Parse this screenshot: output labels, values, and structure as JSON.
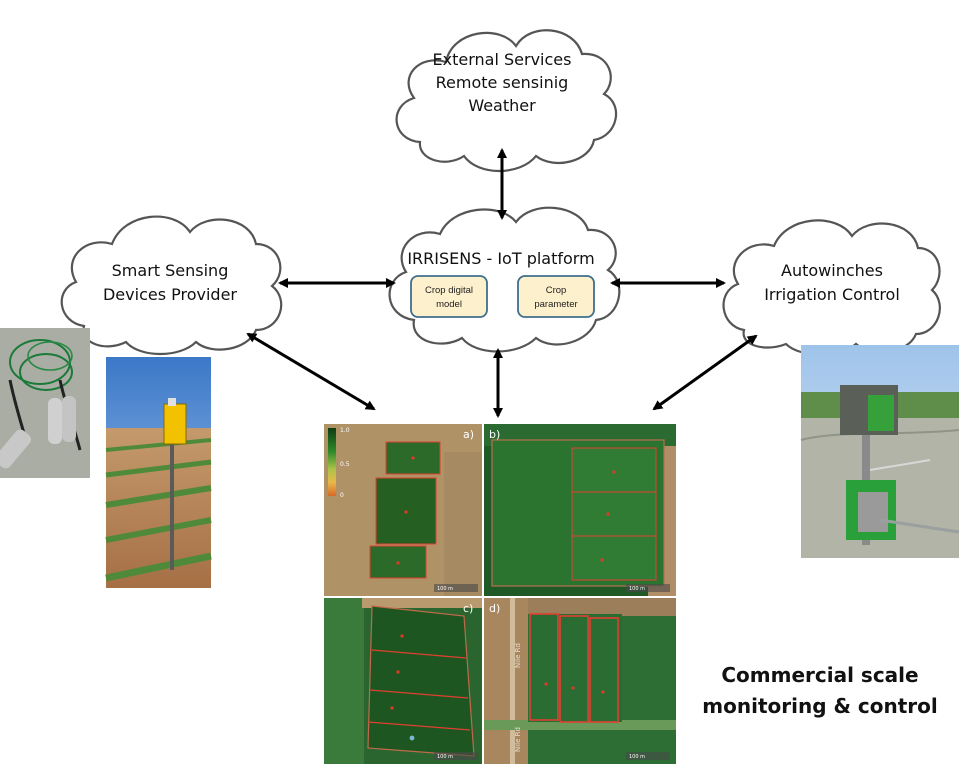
{
  "clouds": {
    "external": {
      "line1": "External Services",
      "line2": "Remote sensinig",
      "line3": "Weather"
    },
    "platform": {
      "title": "IRRISENS  - IoT platform"
    },
    "sensing": {
      "line1": "Smart Sensing",
      "line2": "Devices Provider"
    },
    "autowinches": {
      "line1": "Autowinches",
      "line2": "Irrigation Control"
    }
  },
  "platform_boxes": {
    "crop_model": {
      "line1": "Crop digital",
      "line2": "model"
    },
    "crop_param": {
      "line1": "Crop",
      "line2": "parameter"
    }
  },
  "map_panels": {
    "labels": [
      "a)",
      "b)",
      "c)",
      "d)"
    ],
    "legend": {
      "max": "1.0",
      "mid": "0.5",
      "min": "0"
    },
    "scale_text": "100 m",
    "road_label_1": "Nile Rd",
    "road_label_2": "Nile Rd"
  },
  "caption": {
    "line1": "Commercial scale",
    "line2": "monitoring & control"
  },
  "colors": {
    "cloud_fill": "#ffffff",
    "cloud_stroke": "#555555",
    "box_fill": "#fdf0cc",
    "box_stroke": "#3f6f8f",
    "arrow": "#000000",
    "field_red": "#e03a2a"
  }
}
